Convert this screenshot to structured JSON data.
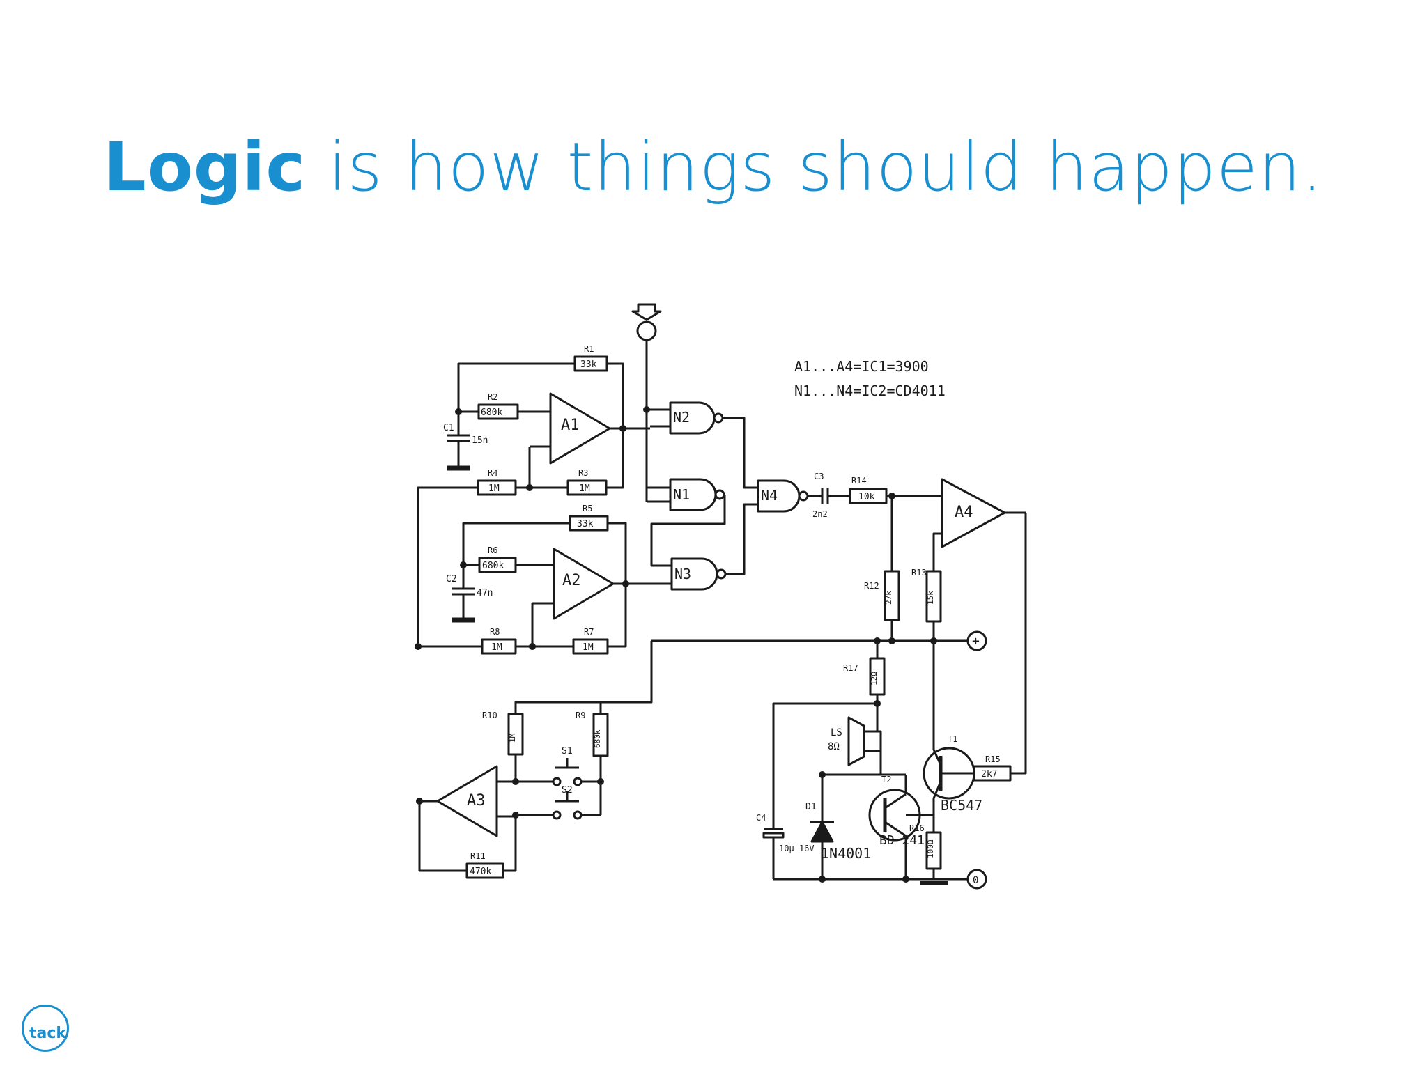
{
  "title": {
    "bold": "Logic",
    "rest": " is how things should happen."
  },
  "logo": {
    "text": "tack"
  },
  "colors": {
    "accent": "#1a8fd0",
    "ink": "#1a1a1a",
    "background": "#ffffff"
  },
  "schematic": {
    "notes": [
      "A1...A4=IC1=3900",
      "N1...N4=IC2=CD4011"
    ],
    "opamps": [
      "A1",
      "A2",
      "A3",
      "A4"
    ],
    "gates": [
      "N1",
      "N2",
      "N3",
      "N4"
    ],
    "resistors": {
      "R1": "33k",
      "R2": "680k",
      "R3": "1M",
      "R4": "1M",
      "R5": "33k",
      "R6": "680k",
      "R7": "1M",
      "R8": "1M",
      "R9": "680k",
      "R10": "1M",
      "R11": "470k",
      "R12": "27k",
      "R13": "15k",
      "R14": "10k",
      "R15": "2k7",
      "R16": "100Ω",
      "R17": "12Ω"
    },
    "capacitors": {
      "C1": "15n",
      "C2": "47n",
      "C3": "2n2",
      "C4": "10µ 16V"
    },
    "switches": [
      "S1",
      "S2"
    ],
    "speaker": {
      "ref": "LS",
      "value": "8Ω"
    },
    "diode": {
      "ref": "D1",
      "part": "1N4001"
    },
    "transistors": {
      "T1": "BC547",
      "T2": "BD 241"
    },
    "terminals": [
      "+",
      "0"
    ]
  }
}
